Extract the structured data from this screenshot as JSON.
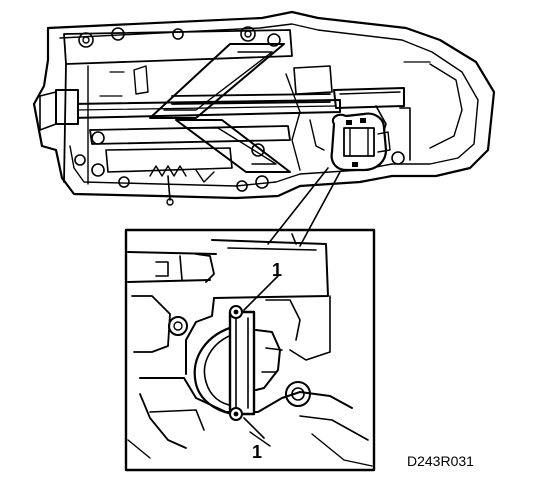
{
  "figure": {
    "callouts": [
      {
        "label": "1"
      },
      {
        "label": "1"
      }
    ],
    "figure_code": "D243R031"
  }
}
